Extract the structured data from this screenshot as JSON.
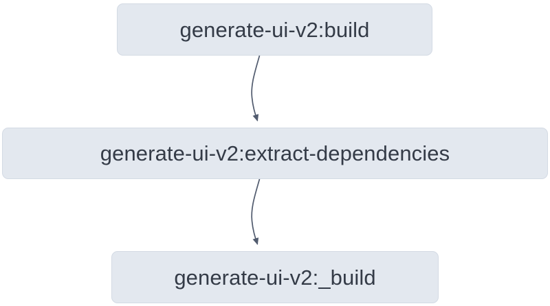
{
  "diagram": {
    "type": "flowchart",
    "direction": "top-to-bottom",
    "background_color": "#ffffff",
    "node_fill_color": "#e3e8ef",
    "node_border_color": "#d3dae4",
    "node_text_color": "#343b47",
    "edge_color": "#4a5568",
    "nodes": [
      {
        "id": "build",
        "label": "generate-ui-v2:build"
      },
      {
        "id": "extract-dependencies",
        "label": "generate-ui-v2:extract-dependencies"
      },
      {
        "id": "underscore-build",
        "label": "generate-ui-v2:_build"
      }
    ],
    "edges": [
      {
        "id": "edge-build-to-extract-dependencies",
        "from": "build",
        "to": "extract-dependencies",
        "label": ""
      },
      {
        "id": "edge-extract-dependencies-to-underscore-build",
        "from": "extract-dependencies",
        "to": "underscore-build",
        "label": ""
      }
    ]
  }
}
